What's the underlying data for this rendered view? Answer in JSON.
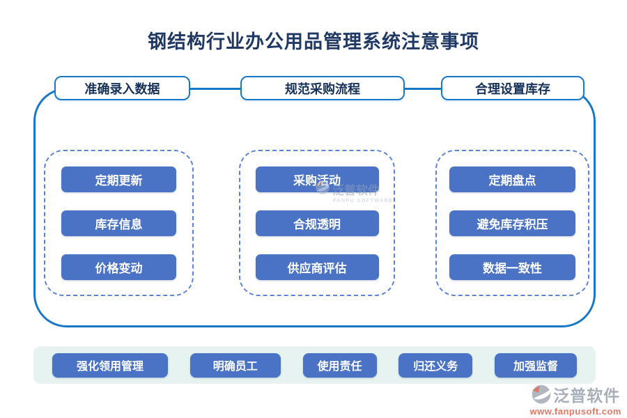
{
  "title": "钢结构行业办公用品管理系统注意事项",
  "sections": [
    {
      "tab": "准确录入数据",
      "items": [
        "定期更新",
        "库存信息",
        "价格变动"
      ]
    },
    {
      "tab": "规范采购流程",
      "items": [
        "采购活动",
        "合规透明",
        "供应商评估"
      ]
    },
    {
      "tab": "合理设置库存",
      "items": [
        "定期盘点",
        "避免库存积压",
        "数据一致性"
      ]
    }
  ],
  "footer": {
    "items": [
      "强化领用管理",
      "明确员工",
      "使用责任",
      "归还义务",
      "加强监督"
    ]
  },
  "watermark": {
    "name": "泛普软件",
    "subtitle": "FANPU SOFTWARE"
  },
  "logo": {
    "name": "泛普软件",
    "url": "www.fanpusoft.com"
  },
  "colors": {
    "title_text": "#1f3864",
    "outline_blue": "#1878c8",
    "button_blue": "#4a72c5",
    "dashed_blue": "#5b83d8",
    "footer_bg": "#e6f3f0",
    "logo_gray": "#9aa2ad",
    "logo_orange": "#e0614a"
  }
}
